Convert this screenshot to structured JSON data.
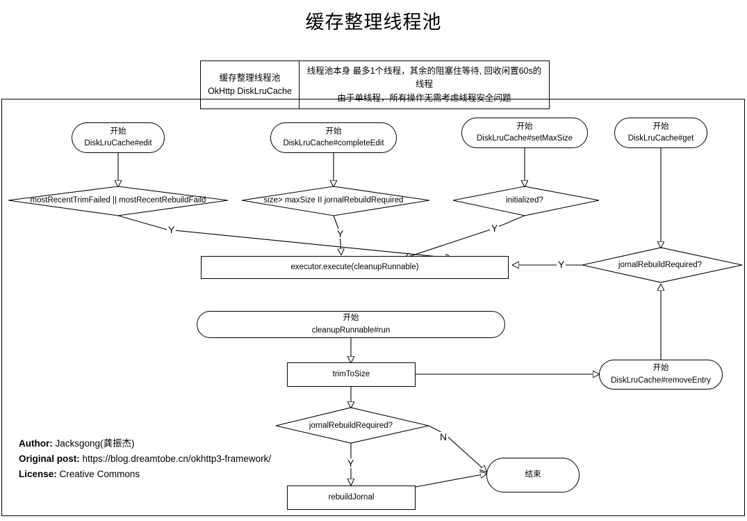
{
  "title": "缓存整理线程池",
  "legend": {
    "left_line1": "缓存整理线程池",
    "left_line2": "OkHttp DiskLruCache",
    "right_line1": "线程池本身 最多1个线程，其余的阻塞住等待, 回收闲置60s的线程",
    "right_line2": "由于单线程，所有操作无需考虑线程安全问题"
  },
  "nodes": {
    "start_edit": {
      "line1": "开始",
      "line2": "DiskLruCache#edit"
    },
    "start_complete_edit": {
      "line1": "开始",
      "line2": "DiskLruCache#completeEdit"
    },
    "start_set_max_size": {
      "line1": "开始",
      "line2": "DiskLruCache#setMaxSize"
    },
    "start_get": {
      "line1": "开始",
      "line2": "DiskLruCache#get"
    },
    "decision_trim_failed": {
      "label": "mostRecentTrimFailed || mostRecentRebuildFaild"
    },
    "decision_size_maxsize": {
      "label": "size> maxSize II jornalRebuildRequired"
    },
    "decision_initialized": {
      "label": "initialized?"
    },
    "decision_journal_rebuild_right": {
      "label": "jornalRebuildRequired?"
    },
    "executor_execute": {
      "label": "executor.execute(cleanupRunnable)"
    },
    "cleanup_runnable_run": {
      "line1": "开始",
      "line2": "cleanupRunnable#run"
    },
    "trim_to_size": {
      "label": "trimToSize"
    },
    "remove_entry": {
      "line1": "开始",
      "line2": "DiskLruCache#removeEntry"
    },
    "decision_journal_rebuild_bottom": {
      "label": "jornalRebuildRequired?"
    },
    "rebuild_journal": {
      "label": "rebuildJornal"
    },
    "end": {
      "label": "结束"
    }
  },
  "edge_labels": {
    "y_left": "Y",
    "y_middle": "Y",
    "y_right": "Y",
    "y_journal_right": "Y",
    "n_bottom": "N",
    "y_bottom": "Y"
  },
  "credits": {
    "author_label": "Author:",
    "author_value": "Jacksgong(龚振杰)",
    "post_label": "Original post:",
    "post_value": "https://blog.dreamtobe.cn/okhttp3-framework/",
    "license_label": "License:",
    "license_value": "Creative Commons"
  },
  "colors": {
    "stroke": "#000000",
    "background": "#ffffff",
    "text": "#000000"
  }
}
